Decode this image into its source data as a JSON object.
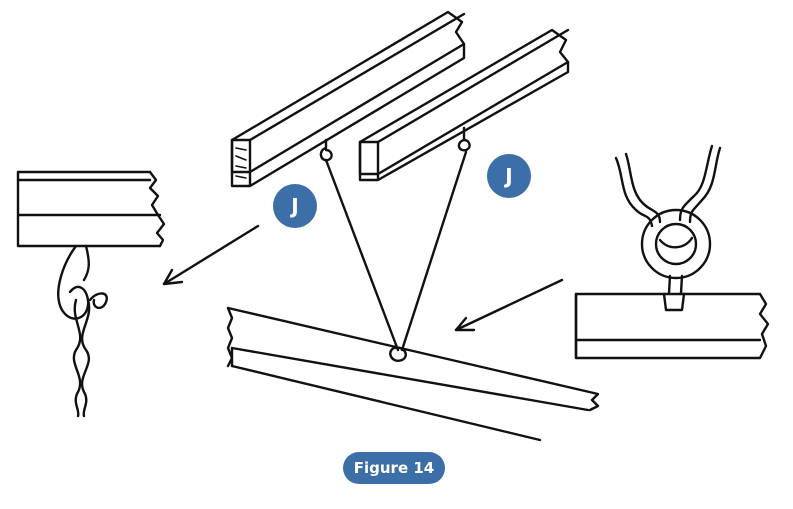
{
  "badges": {
    "left_label": "J",
    "right_label": "J"
  },
  "caption": {
    "text": "Figure 14"
  },
  "colors": {
    "accent": "#3c6fa8",
    "ink": "#111111",
    "background": "#ffffff"
  }
}
